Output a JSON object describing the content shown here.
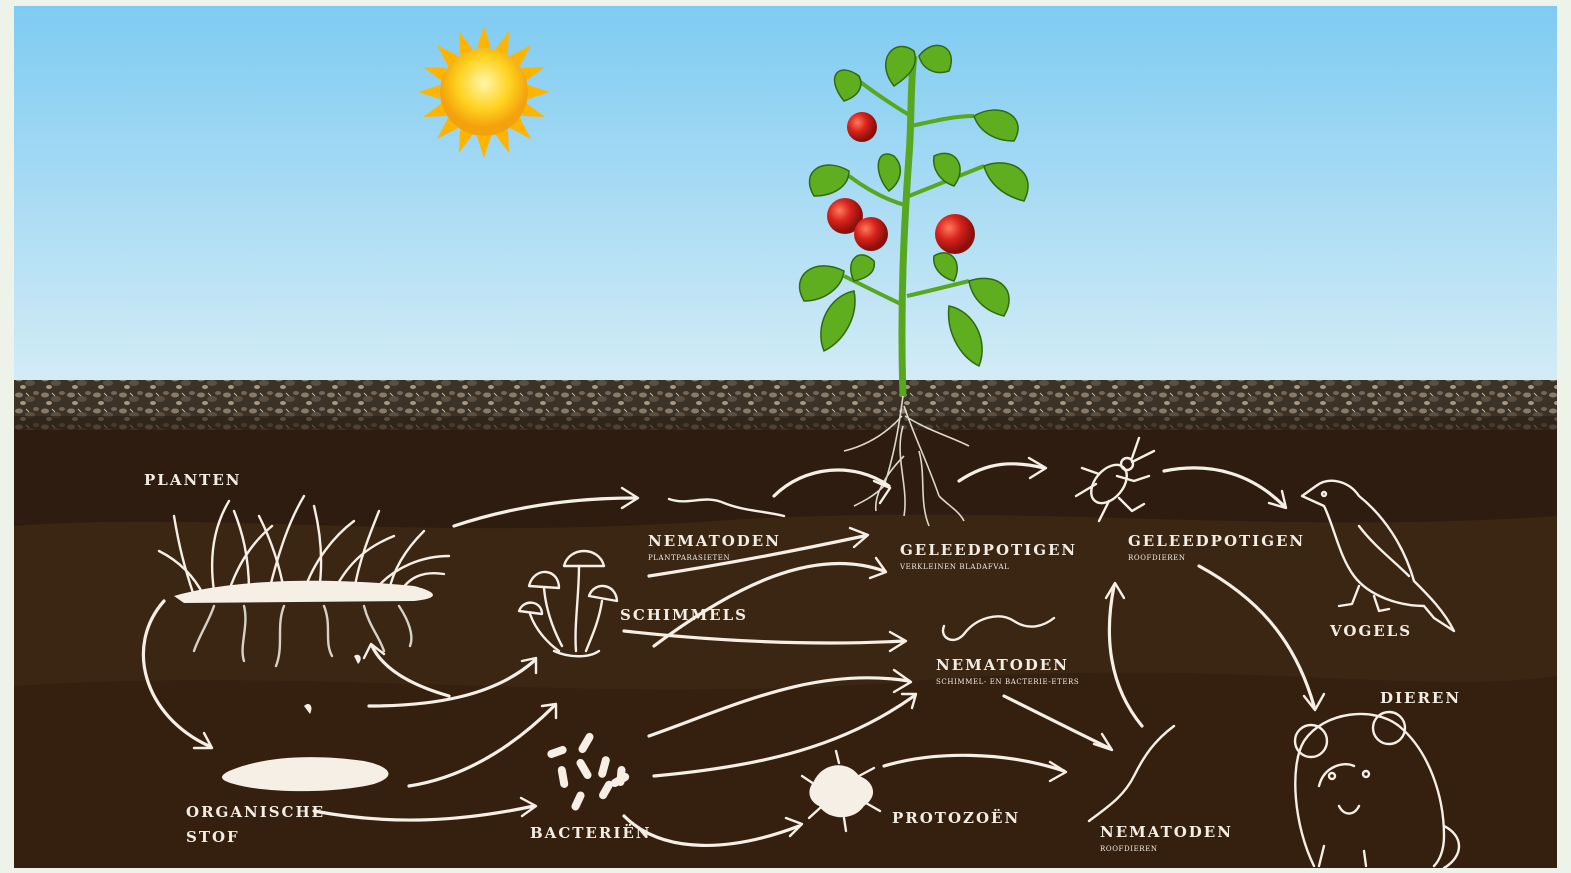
{
  "labels": {
    "planten": "PLANTEN",
    "organische_stof_1": "ORGANISCHE",
    "organische_stof_2": "STOF",
    "schimmels": "SCHIMMELS",
    "bacterien": "BACTERIËN",
    "nematoden_plant": "NEMATODEN",
    "nematoden_plant_sub": "PLANTPARASIETEN",
    "geleedpotigen_1": "GELEEDPOTIGEN",
    "geleedpotigen_1_sub": "VERKLEINEN BLADAFVAL",
    "nematoden_schim": "NEMATODEN",
    "nematoden_schim_sub": "SCHIMMEL- EN BACTERIE-ETERS",
    "protozoen": "PROTOZOËN",
    "geleedpotigen_2": "GELEEDPOTIGEN",
    "geleedpotigen_2_sub": "ROOFDIEREN",
    "nematoden_roof": "NEMATODEN",
    "nematoden_roof_sub": "ROOFDIEREN",
    "vogels": "VOGELS",
    "dieren": "DIEREN"
  },
  "colors": {
    "sky_top": "#7ecbf2",
    "sky_bottom": "#cfe9f5",
    "soil_dark": "#2e1c10",
    "soil_mid": "#3a2413",
    "ink": "#f5efe6",
    "sun": "#ffd21f",
    "tomato": "#d8231c",
    "leaf": "#4f9a1c"
  },
  "icons": [
    "sun-icon",
    "tomato-plant-icon",
    "grass-icon",
    "mushroom-icon",
    "bacteria-icon",
    "worm-icon",
    "beetle-icon",
    "protozoa-icon",
    "bird-icon",
    "mouse-icon"
  ]
}
